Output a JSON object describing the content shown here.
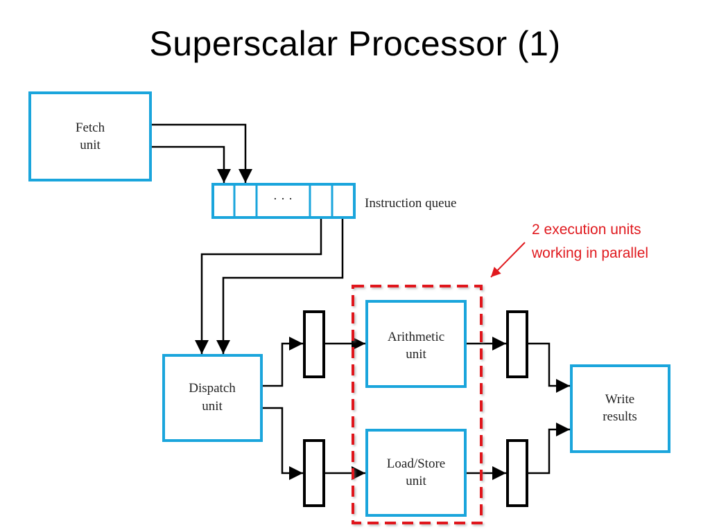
{
  "slide": {
    "title": "Superscalar Processor (1)"
  },
  "diagram": {
    "fetch_unit": {
      "line1": "Fetch",
      "line2": "unit"
    },
    "instruction_queue": {
      "ellipsis": "· · ·",
      "label": "Instruction queue"
    },
    "dispatch_unit": {
      "line1": "Dispatch",
      "line2": "unit"
    },
    "arithmetic_unit": {
      "line1": "Arithmetic",
      "line2": "unit"
    },
    "load_store_unit": {
      "line1": "Load/Store",
      "line2": "unit"
    },
    "write_results": {
      "line1": "Write",
      "line2": "results"
    },
    "annotation": {
      "line1": "2 execution units",
      "line2": "working in parallel"
    }
  },
  "colors": {
    "box_border": "#1aa5dc",
    "highlight": "#e0191e",
    "line": "#000000"
  }
}
